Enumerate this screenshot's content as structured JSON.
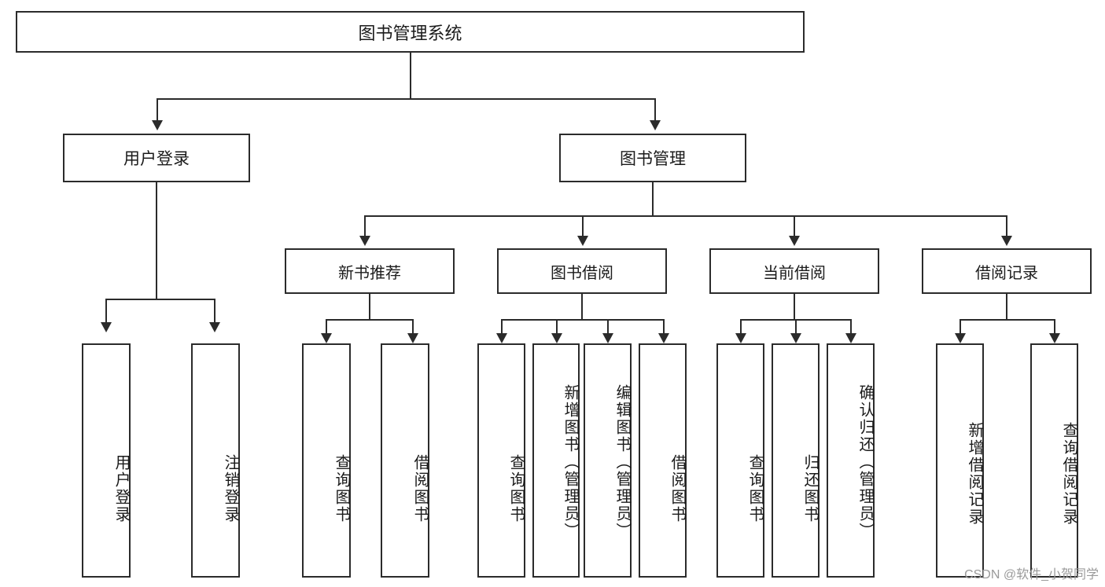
{
  "diagram": {
    "type": "tree",
    "title": "图书管理系统",
    "root": {
      "label": "图书管理系统"
    },
    "level2": [
      {
        "label": "用户登录"
      },
      {
        "label": "图书管理"
      }
    ],
    "level3": [
      {
        "label": "新书推荐"
      },
      {
        "label": "图书借阅"
      },
      {
        "label": "当前借阅"
      },
      {
        "label": "借阅记录"
      }
    ],
    "leaves": {
      "user_login": [
        {
          "label": "用户登录"
        },
        {
          "label": "注销登录"
        }
      ],
      "new_book_recommend": [
        {
          "label": "查询图书"
        },
        {
          "label": "借阅图书"
        }
      ],
      "book_borrow": [
        {
          "label": "查询图书"
        },
        {
          "label": "新增图书（管理员）"
        },
        {
          "label": "编辑图书（管理员）"
        },
        {
          "label": "借阅图书"
        }
      ],
      "current_borrow": [
        {
          "label": "查询图书"
        },
        {
          "label": "归还图书"
        },
        {
          "label": "确认归还（管理员）"
        }
      ],
      "borrow_record": [
        {
          "label": "新增借阅记录"
        },
        {
          "label": "查询借阅记录"
        }
      ]
    }
  },
  "watermark": {
    "text": "CSDN @软件_小贺同学"
  },
  "colors": {
    "stroke": "#2b2b2b",
    "fill": "#ffffff",
    "text": "#1b1b1b",
    "watermark": "#9a9a9a"
  }
}
